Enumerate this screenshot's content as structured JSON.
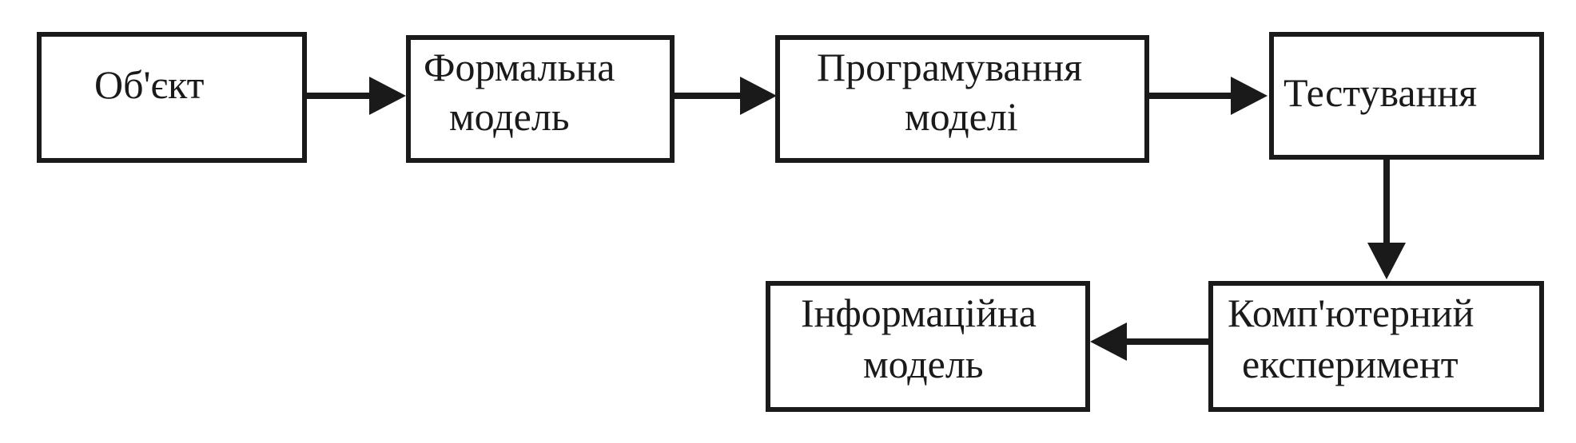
{
  "diagram": {
    "nodes": [
      {
        "id": "object",
        "lines": [
          "Об'єкт"
        ]
      },
      {
        "id": "formal-model",
        "lines": [
          "Формальна",
          "модель"
        ]
      },
      {
        "id": "model-programming",
        "lines": [
          "Програмування",
          "моделі"
        ]
      },
      {
        "id": "testing",
        "lines": [
          "Тестування"
        ]
      },
      {
        "id": "computer-experiment",
        "lines": [
          "Комп'ютерний",
          "експеримент"
        ]
      },
      {
        "id": "information-model",
        "lines": [
          "Інформаційна",
          "модель"
        ]
      }
    ],
    "edges": [
      {
        "from": "object",
        "to": "formal-model"
      },
      {
        "from": "formal-model",
        "to": "model-programming"
      },
      {
        "from": "model-programming",
        "to": "testing"
      },
      {
        "from": "testing",
        "to": "computer-experiment"
      },
      {
        "from": "computer-experiment",
        "to": "information-model"
      }
    ],
    "colors": {
      "stroke": "#1a1a1a",
      "background": "#ffffff",
      "text": "#1a1a1a"
    }
  }
}
